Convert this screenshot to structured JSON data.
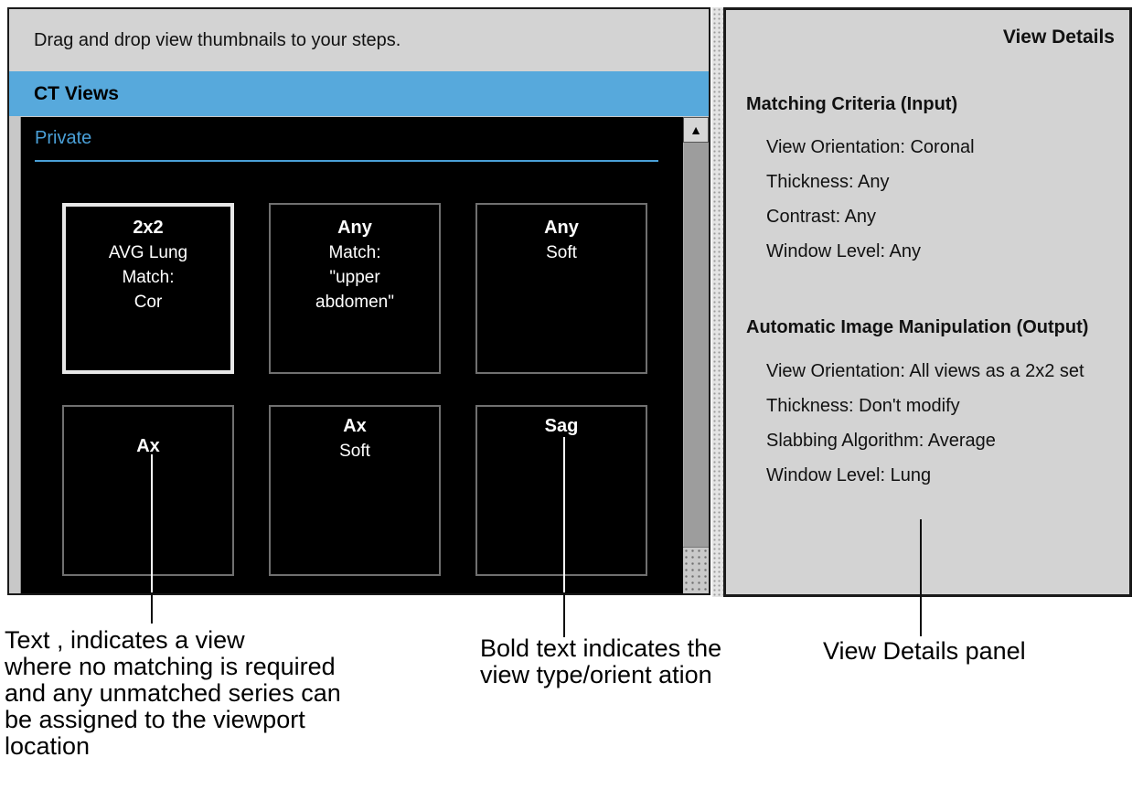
{
  "instruction_bar": {
    "text": "Drag and drop view thumbnails to your steps."
  },
  "ct_views_header": {
    "label": "CT Views"
  },
  "thumbnail_panel": {
    "group_label": "Private",
    "thumbnails": [
      {
        "bold_label": "2x2",
        "lines": [
          "AVG Lung",
          "Match:",
          "Cor"
        ],
        "selected": true
      },
      {
        "bold_label": "Any",
        "lines": [
          "Match:",
          "\"upper",
          "abdomen\""
        ],
        "selected": false
      },
      {
        "bold_label": "Any",
        "lines": [
          "Soft"
        ],
        "selected": false
      },
      {
        "bold_label": "Ax",
        "lines": [],
        "selected": false
      },
      {
        "bold_label": "Ax",
        "lines": [
          "Soft"
        ],
        "selected": false
      },
      {
        "bold_label": "Sag",
        "lines": [],
        "selected": false
      }
    ]
  },
  "view_details": {
    "title": "View Details",
    "sections": [
      {
        "heading": "Matching Criteria (Input)",
        "items": [
          "View Orientation: Coronal",
          "Thickness: Any",
          "Contrast: Any",
          "Window Level: Any"
        ]
      },
      {
        "heading": "Automatic Image Manipulation (Output)",
        "items": [
          "View Orientation: All views as a 2x2 set",
          "Thickness: Don't modify",
          "Slabbing Algorithm: Average",
          "Window Level: Lung"
        ]
      }
    ]
  },
  "annotations": {
    "text_any_lines": [
      "Text , indicates a view",
      "where no matching is required",
      "and any unmatched series can",
      "be assigned to the viewport",
      "location"
    ],
    "bold_text_lines": [
      "Bold text indicates the",
      "view type/orient ation"
    ],
    "view_details_label": "View Details panel"
  },
  "icons": {
    "scroll_up_arrow": "▲"
  },
  "colors": {
    "accent_blue": "#57a9dc",
    "group_label_blue": "#4aa0d8",
    "panel_gray": "#d3d3d3",
    "thumb_background": "#000000",
    "selected_border": "#e8e8e8"
  }
}
